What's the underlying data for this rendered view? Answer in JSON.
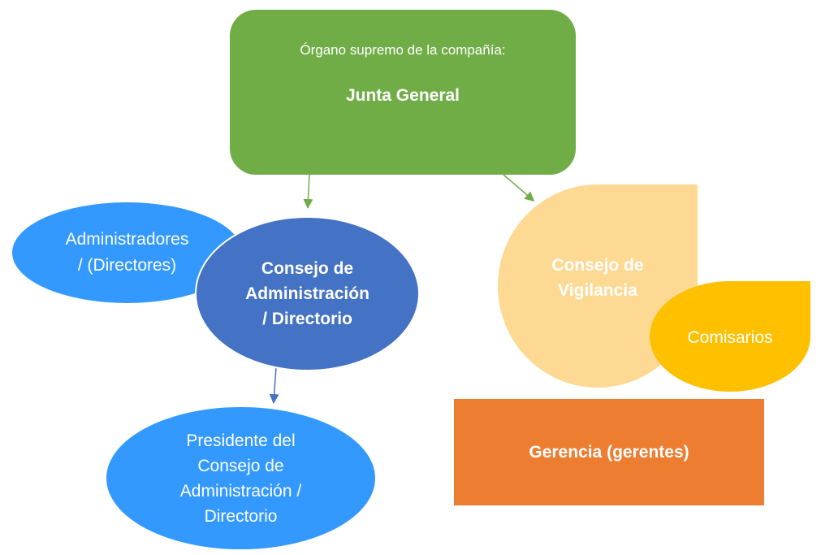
{
  "junta": {
    "subtitle": "Órgano supremo de la compañía:",
    "title": "Junta General"
  },
  "administradores": {
    "line1": "Administradores",
    "line2": "/ (Directores)"
  },
  "consejo_admin": {
    "line1": "Consejo de",
    "line2": "Administración",
    "line3": "/ Directorio"
  },
  "presidente": {
    "line1": "Presidente del",
    "line2": "Consejo de",
    "line3": "Administración /",
    "line4": "Directorio"
  },
  "vigilancia": {
    "line1": "Consejo de",
    "line2": "Vigilancia"
  },
  "comisarios": {
    "label": "Comisarios"
  },
  "gerencia": {
    "label": "Gerencia (gerentes)"
  },
  "colors": {
    "green": "#70AD47",
    "blue_dark": "#4472C4",
    "blue_light": "#3399FF",
    "yellow_light": "#FDD993",
    "yellow": "#FFC000",
    "orange": "#ED7D31"
  }
}
